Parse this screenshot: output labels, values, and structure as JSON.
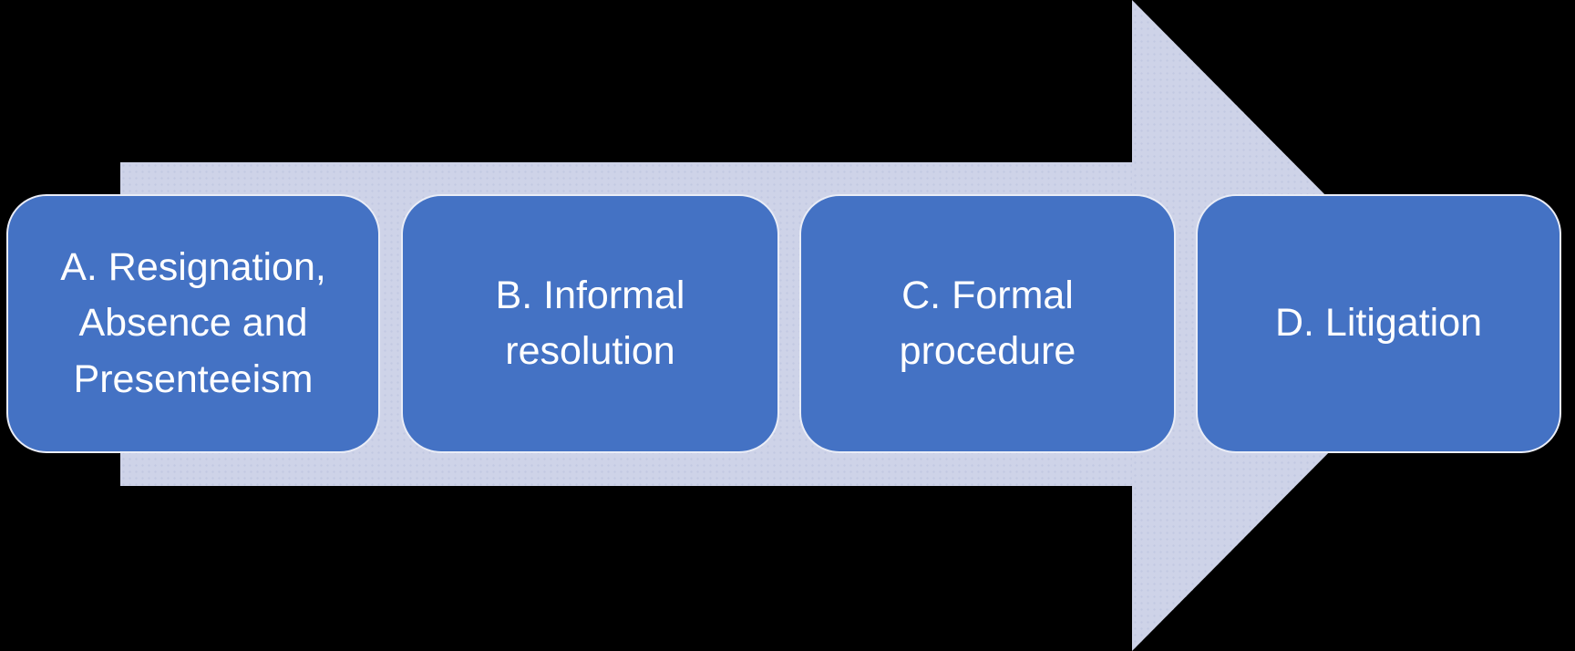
{
  "diagram": {
    "type": "process-arrow",
    "direction": "right",
    "colors": {
      "background": "#000000",
      "arrow_fill": "#CED3E8",
      "arrow_dot": "#C2C9E2",
      "box_fill": "#4472C4",
      "box_border": "#EAEDF7",
      "text": "#FFFFFF"
    },
    "steps": [
      {
        "label": "A. Resignation, Absence and Presenteeism",
        "lines": [
          "A. Resignation,",
          "Absence and",
          "Presenteeism"
        ]
      },
      {
        "label": "B. Informal resolution",
        "lines": [
          "B. Informal",
          "resolution"
        ]
      },
      {
        "label": "C. Formal procedure",
        "lines": [
          "C. Formal",
          "procedure"
        ]
      },
      {
        "label": "D. Litigation",
        "lines": [
          "D. Litigation"
        ]
      }
    ]
  }
}
